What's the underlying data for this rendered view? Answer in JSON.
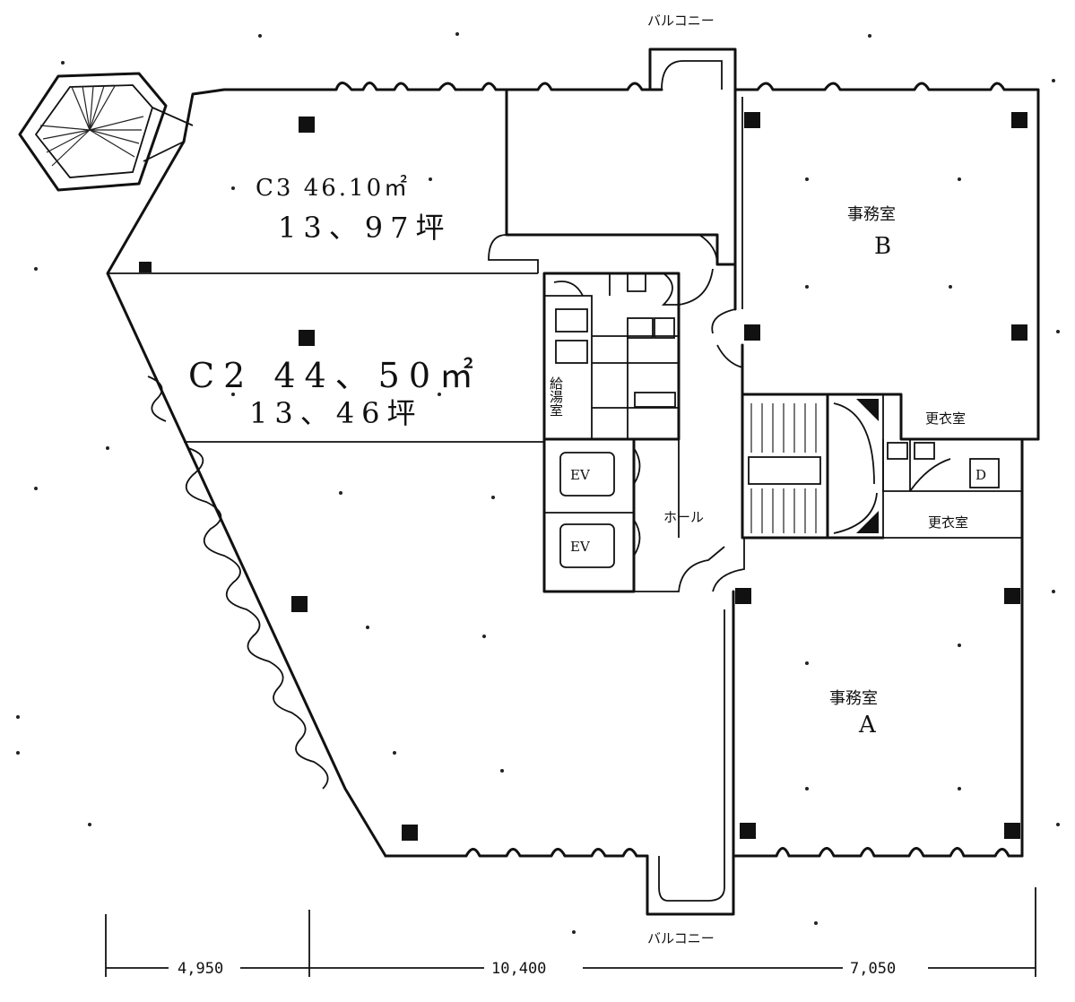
{
  "rooms": {
    "c3": {
      "area": "C3  46.10㎡",
      "tsubo": "13、97坪"
    },
    "c2": {
      "area": "C2  44、50㎡",
      "tsubo": "13、46坪"
    },
    "room_b": {
      "name": "事務室",
      "letter": "B"
    },
    "room_a": {
      "name": "事務室",
      "letter": "A"
    },
    "small_room_1": "更衣室",
    "small_room_2": "更衣室",
    "d_label": "D",
    "hall": "ホール",
    "ev1": "EV",
    "ev2": "EV",
    "service": "給湯室"
  },
  "balcony": {
    "top": "バルコニー",
    "bottom": "バルコニー"
  },
  "dimensions": {
    "d1": "4,950",
    "d2": "10,400",
    "d3": "7,050"
  }
}
